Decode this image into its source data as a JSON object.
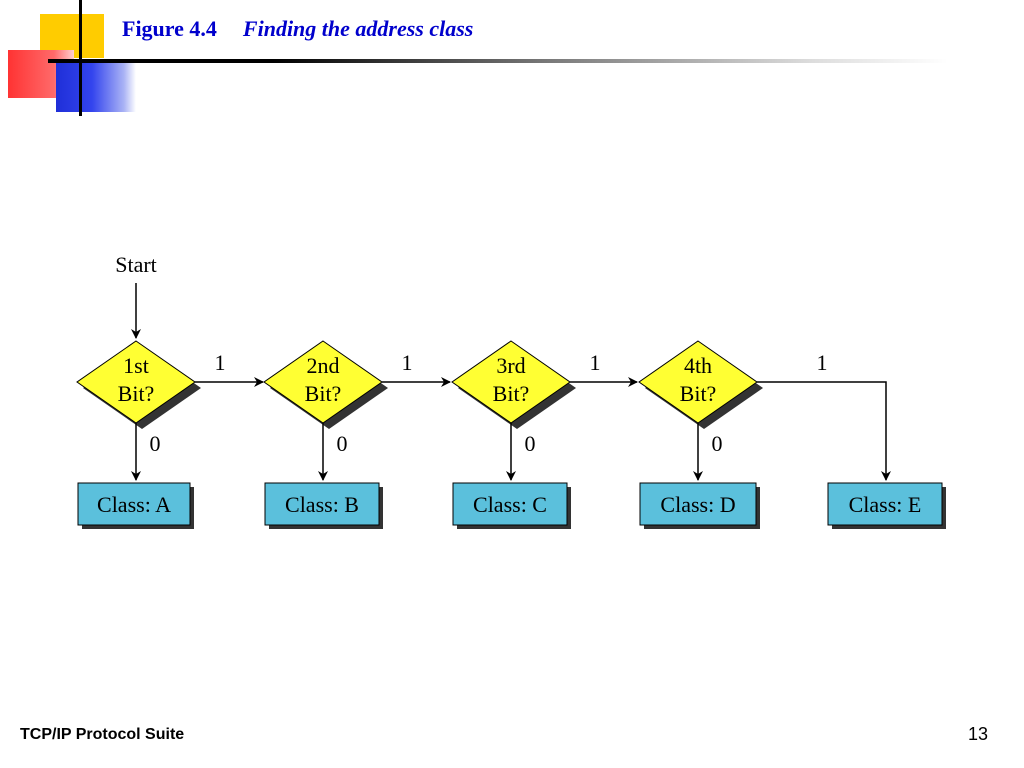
{
  "header": {
    "figure_number": "Figure 4.4",
    "caption": "Finding the address class"
  },
  "diagram": {
    "start_label": "Start",
    "decisions": [
      {
        "line1": "1st",
        "line2": "Bit?",
        "one_label": "1",
        "zero_label": "0"
      },
      {
        "line1": "2nd",
        "line2": "Bit?",
        "one_label": "1",
        "zero_label": "0"
      },
      {
        "line1": "3rd",
        "line2": "Bit?",
        "one_label": "1",
        "zero_label": "0"
      },
      {
        "line1": "4th",
        "line2": "Bit?",
        "one_label": "1",
        "zero_label": "0"
      }
    ],
    "classes": [
      {
        "label": "Class: A"
      },
      {
        "label": "Class: B"
      },
      {
        "label": "Class: C"
      },
      {
        "label": "Class: D"
      },
      {
        "label": "Class: E"
      }
    ],
    "colors": {
      "decision_fill": "#ffff33",
      "class_fill": "#5bc0dc",
      "shadow": "#333333"
    }
  },
  "footer": {
    "text": "TCP/IP Protocol Suite",
    "page_number": "13"
  }
}
